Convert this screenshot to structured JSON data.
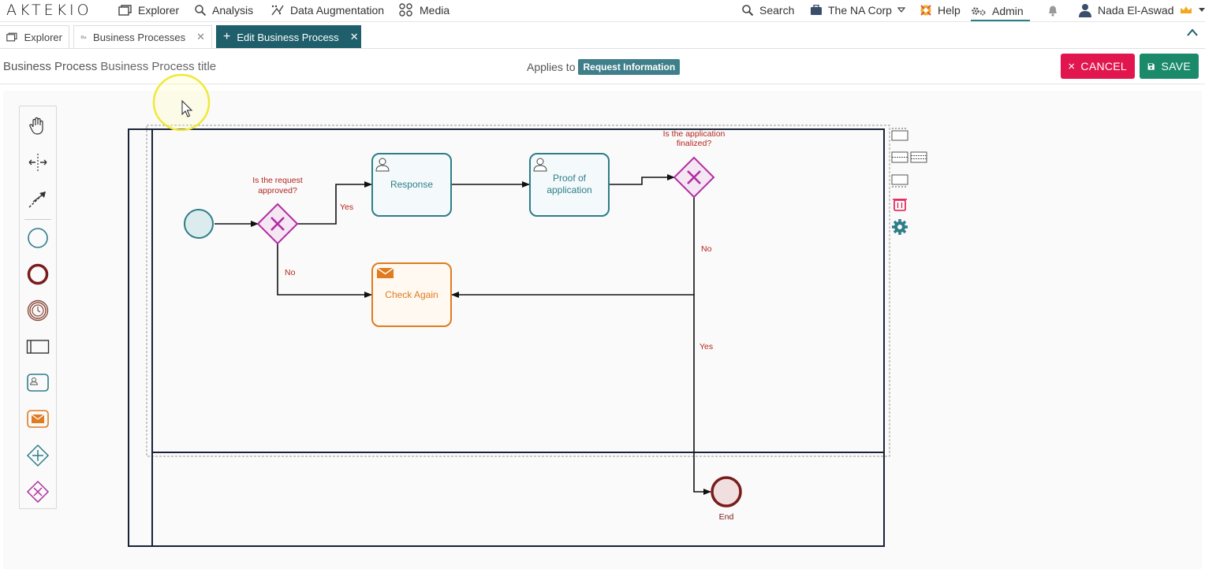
{
  "app": {
    "logo": "AKTEKIO",
    "nav": {
      "explorer": "Explorer",
      "analysis": "Analysis",
      "data_augmentation": "Data Augmentation",
      "media": "Media",
      "search": "Search",
      "company": "The NA Corp",
      "help": "Help",
      "admin": "Admin",
      "user": "Nada El-Aswad"
    }
  },
  "tabs": [
    {
      "label": "Explorer"
    },
    {
      "label": "Business Processes"
    },
    {
      "label": "Edit Business Process"
    }
  ],
  "header": {
    "label": "Business Process",
    "title": "Business Process title",
    "applies_label": "Applies to",
    "applies_value": "Request Information",
    "cancel_label": "CANCEL",
    "save_label": "SAVE"
  },
  "diagram": {
    "gateway1_label": "Is the request approved?",
    "gateway1_label_line1": "Is the request",
    "gateway1_label_line2": "approved?",
    "task_response": "Response",
    "task_proof_line1": "Proof of",
    "task_proof_line2": "application",
    "task_check_again": "Check Again",
    "gateway2_label_line1": "Is the application",
    "gateway2_label_line2": "finalized?",
    "flow_yes_1": "Yes",
    "flow_no_1": "No",
    "flow_no_2": "No",
    "flow_yes_2": "Yes",
    "end_label": "End"
  },
  "colors": {
    "teal": "#2e7d8a",
    "gateway_magenta": "#b02ea0",
    "mail_orange": "#e07b1f",
    "end_maroon": "#7a1c1c",
    "label_red": "#b3261e",
    "cancel_red": "#e2164f",
    "save_green": "#1b8a6b",
    "active_tab": "#1f5e6b"
  }
}
